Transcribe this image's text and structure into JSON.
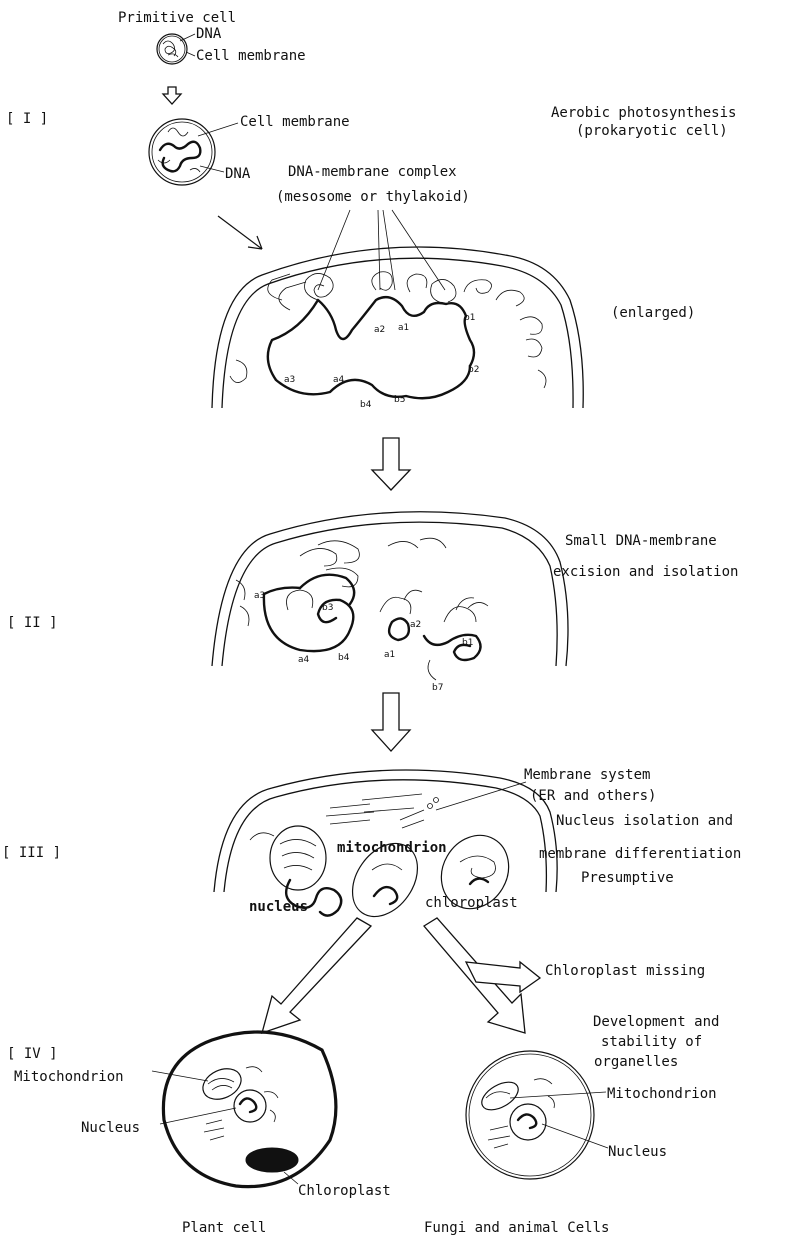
{
  "stages": {
    "i": "[ I ]",
    "ii": "[ II ]",
    "iii": "[ III ]",
    "iv": "[ IV ]"
  },
  "top": {
    "primitive_cell": "Primitive cell",
    "dna": "DNA",
    "cell_membrane": "Cell membrane",
    "cell_membrane_2": "Cell membrane",
    "dna_2": "DNA",
    "aerobic_line1": "Aerobic photosynthesis",
    "aerobic_line2": "(prokaryotic cell)",
    "complex_line1": "DNA-membrane complex",
    "complex_line2": "(mesosome or thylakoid)",
    "enlarged": "(enlarged)"
  },
  "stage1_sites": [
    "a2",
    "a1",
    "b1",
    "b2",
    "a3",
    "a4",
    "b4",
    "b5"
  ],
  "stage2": {
    "line1": "Small DNA-membrane",
    "line2": "excision and isolation",
    "sites": [
      "a3",
      "b3",
      "a4",
      "b4",
      "a1",
      "a2",
      "b1",
      "b7"
    ]
  },
  "stage3": {
    "membrane_system": "Membrane system",
    "er_others": "(ER and others)",
    "isolation_line1": "Nucleus isolation and",
    "isolation_line2": "membrane differentiation",
    "presumptive": "Presumptive",
    "mitochondrion": "mitochondrion",
    "nucleus": "nucleus",
    "chloroplast": "chloroplast"
  },
  "branch": {
    "chloroplast_missing": "Chloroplast missing",
    "development_line1": "Development and",
    "development_line2": "stability of",
    "development_line3": "organelles"
  },
  "stage4": {
    "plant_mitochondrion": "Mitochondrion",
    "plant_nucleus": "Nucleus",
    "plant_chloroplast": "Chloroplast",
    "plant_cell": "Plant cell",
    "animal_mitochondrion": "Mitochondrion",
    "animal_nucleus": "Nucleus",
    "animal_cells": "Fungi and animal Cells"
  }
}
